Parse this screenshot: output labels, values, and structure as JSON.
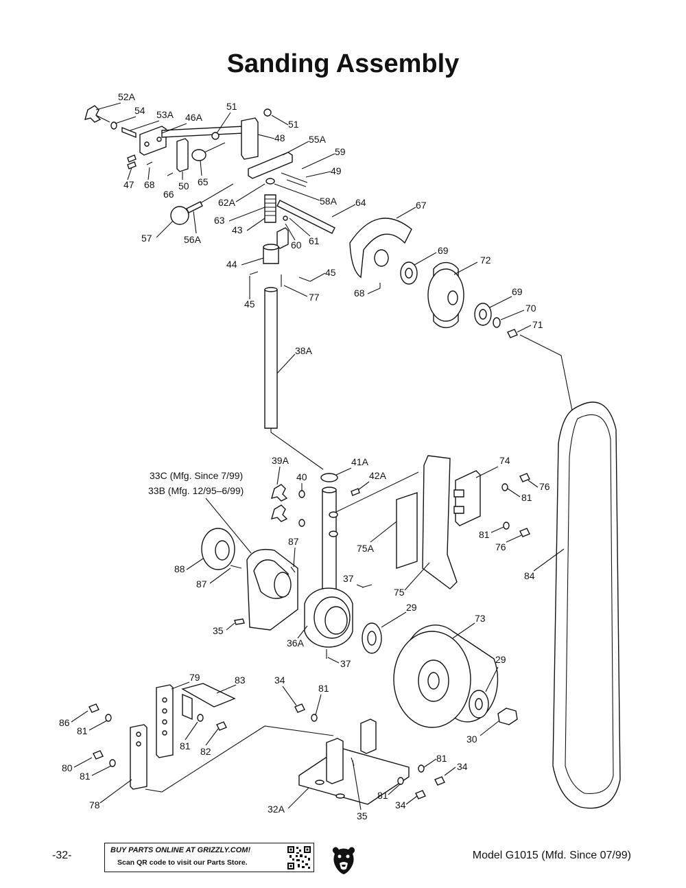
{
  "title": "Sanding Assembly",
  "labels": [
    {
      "id": "52A",
      "t": "52A"
    },
    {
      "id": "54",
      "t": "54"
    },
    {
      "id": "53A",
      "t": "53A"
    },
    {
      "id": "46A",
      "t": "46A"
    },
    {
      "id": "51a",
      "t": "51"
    },
    {
      "id": "51b",
      "t": "51"
    },
    {
      "id": "48",
      "t": "48"
    },
    {
      "id": "55A",
      "t": "55A"
    },
    {
      "id": "59",
      "t": "59"
    },
    {
      "id": "49",
      "t": "49"
    },
    {
      "id": "47",
      "t": "47"
    },
    {
      "id": "68a",
      "t": "68"
    },
    {
      "id": "50",
      "t": "50"
    },
    {
      "id": "65",
      "t": "65"
    },
    {
      "id": "66",
      "t": "66"
    },
    {
      "id": "62A",
      "t": "62A"
    },
    {
      "id": "58A",
      "t": "58A"
    },
    {
      "id": "64",
      "t": "64"
    },
    {
      "id": "67",
      "t": "67"
    },
    {
      "id": "63",
      "t": "63"
    },
    {
      "id": "43",
      "t": "43"
    },
    {
      "id": "60",
      "t": "60"
    },
    {
      "id": "61",
      "t": "61"
    },
    {
      "id": "57",
      "t": "57"
    },
    {
      "id": "56A",
      "t": "56A"
    },
    {
      "id": "69a",
      "t": "69"
    },
    {
      "id": "72",
      "t": "72"
    },
    {
      "id": "44",
      "t": "44"
    },
    {
      "id": "45a",
      "t": "45"
    },
    {
      "id": "45b",
      "t": "45"
    },
    {
      "id": "77",
      "t": "77"
    },
    {
      "id": "68b",
      "t": "68"
    },
    {
      "id": "69b",
      "t": "69"
    },
    {
      "id": "70",
      "t": "70"
    },
    {
      "id": "71",
      "t": "71"
    },
    {
      "id": "38A",
      "t": "38A"
    },
    {
      "id": "39A",
      "t": "39A"
    },
    {
      "id": "41A",
      "t": "41A"
    },
    {
      "id": "74",
      "t": "74"
    },
    {
      "id": "33C",
      "t": "33C (Mfg. Since 7/99)"
    },
    {
      "id": "33B",
      "t": "33B (Mfg. 12/95–6/99)"
    },
    {
      "id": "40",
      "t": "40"
    },
    {
      "id": "42A",
      "t": "42A"
    },
    {
      "id": "76a",
      "t": "76"
    },
    {
      "id": "81a",
      "t": "81"
    },
    {
      "id": "81b",
      "t": "81"
    },
    {
      "id": "76b",
      "t": "76"
    },
    {
      "id": "87a",
      "t": "87"
    },
    {
      "id": "75A",
      "t": "75A"
    },
    {
      "id": "88",
      "t": "88"
    },
    {
      "id": "87b",
      "t": "87"
    },
    {
      "id": "84",
      "t": "84"
    },
    {
      "id": "37a",
      "t": "37"
    },
    {
      "id": "75",
      "t": "75"
    },
    {
      "id": "29a",
      "t": "29"
    },
    {
      "id": "73",
      "t": "73"
    },
    {
      "id": "35a",
      "t": "35"
    },
    {
      "id": "36A",
      "t": "36A"
    },
    {
      "id": "37b",
      "t": "37"
    },
    {
      "id": "29b",
      "t": "29"
    },
    {
      "id": "79",
      "t": "79"
    },
    {
      "id": "83",
      "t": "83"
    },
    {
      "id": "34a",
      "t": "34"
    },
    {
      "id": "81c",
      "t": "81"
    },
    {
      "id": "86",
      "t": "86"
    },
    {
      "id": "81d",
      "t": "81"
    },
    {
      "id": "81e",
      "t": "81"
    },
    {
      "id": "82",
      "t": "82"
    },
    {
      "id": "30",
      "t": "30"
    },
    {
      "id": "80",
      "t": "80"
    },
    {
      "id": "81f",
      "t": "81"
    },
    {
      "id": "81g",
      "t": "81"
    },
    {
      "id": "34b",
      "t": "34"
    },
    {
      "id": "78",
      "t": "78"
    },
    {
      "id": "32A",
      "t": "32A"
    },
    {
      "id": "81h",
      "t": "81"
    },
    {
      "id": "34c",
      "t": "34"
    },
    {
      "id": "35b",
      "t": "35"
    }
  ],
  "footer": {
    "page": "-32-",
    "buy_line": "BUY PARTS ONLINE AT GRIZZLY.COM!",
    "scan_line": "Scan QR code to visit our Parts Store.",
    "model": "Model G1015 (Mfd. Since 07/99)"
  }
}
